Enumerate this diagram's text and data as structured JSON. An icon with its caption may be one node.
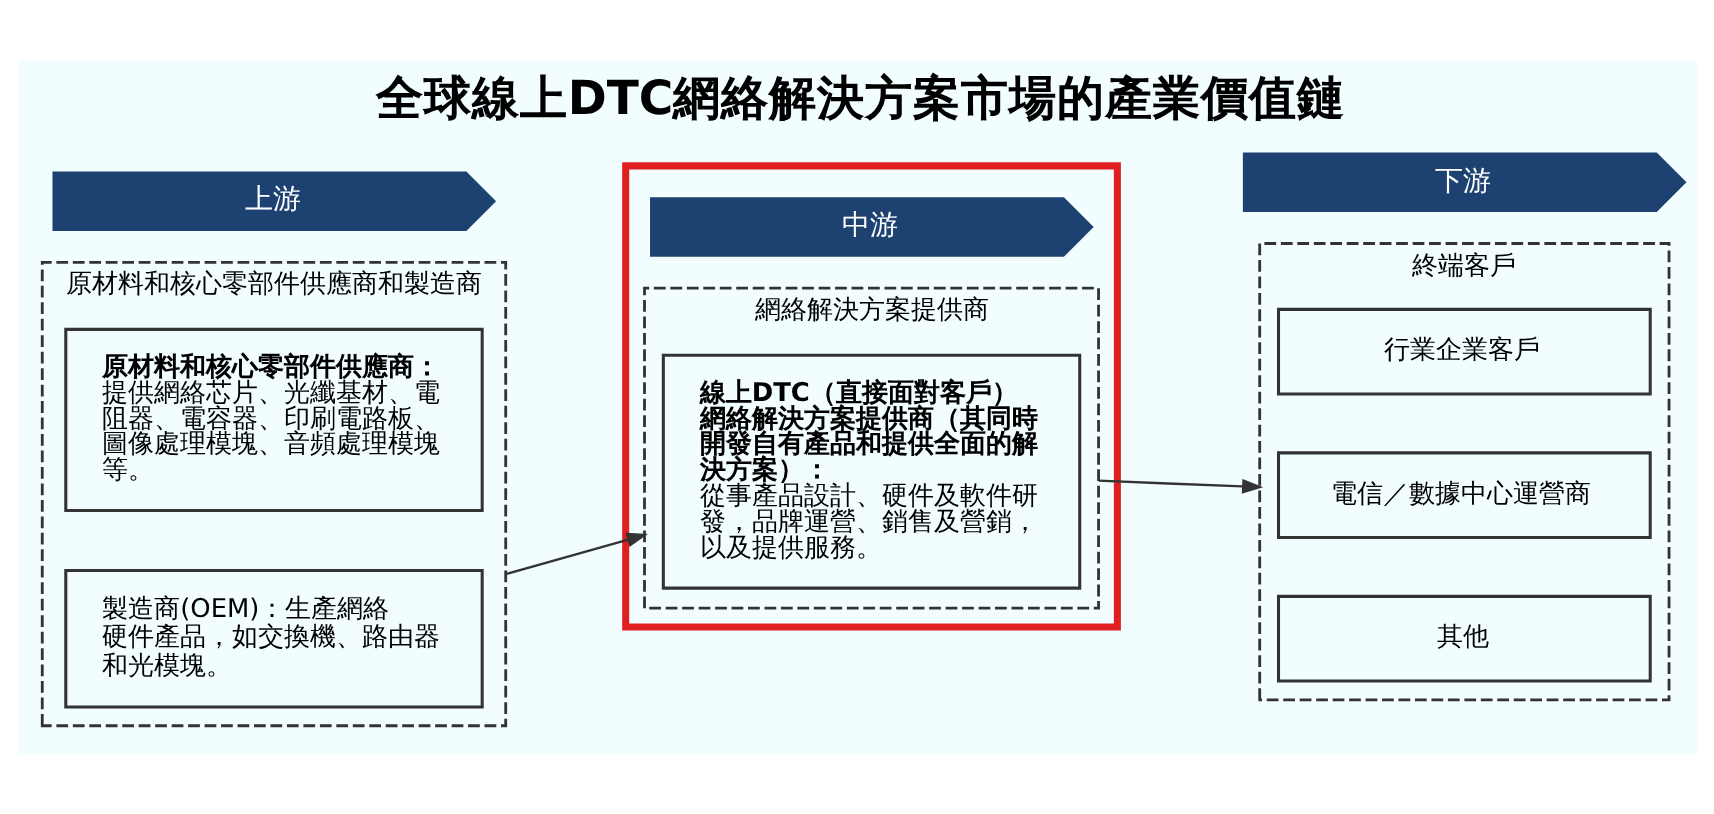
{
  "diagram": {
    "title": "全球線上DTC網絡解決方案市場的產業價值鏈",
    "nodes": [
      {
        "text": [
          "上游"
        ]
      },
      {
        "text": [],
        "shape": "box"
      },
      {
        "text": [
          "中游"
        ],
        "in": 1
      },
      {
        "text": [
          "下游"
        ]
      },
      {
        "text": [
          "原材料和核心零部件供應商和製造商"
        ]
      },
      {
        "text": [
          "原材料和核心零部件供應商：",
          "提供網絡芯片、光纖基材、電阻器、電容器、印刷電路板、圖像處理模塊、音頻處理模塊等。"
        ],
        "in": 4
      },
      {
        "text": [
          "製造商(OEM)：生產網絡硬件產品，如交換機、路由器和光模塊。"
        ],
        "in": 4
      },
      {
        "text": [
          "網絡解決方案提供商"
        ],
        "in": 1
      },
      {
        "text": [
          "線上DTC（直接面對客戶）網絡解決方案提供商（其同時開發自有產品和提供全面的解決方案）：",
          "從事產品設計、硬件及軟件研發，品牌運營、銷售及營銷，以及提供服務。"
        ],
        "in": 7
      },
      {
        "text": [
          "終端客戶"
        ]
      },
      {
        "text": [
          "行業企業客戶"
        ],
        "in": 9
      },
      {
        "text": [
          "電信／數據中心運營商"
        ],
        "in": 9
      },
      {
        "text": [
          "其他"
        ],
        "in": 9
      }
    ],
    "edges": [
      {
        "from": 4,
        "to": 7,
        "arrow": "to"
      },
      {
        "from": 7,
        "to": 9,
        "arrow": "to"
      }
    ]
  }
}
